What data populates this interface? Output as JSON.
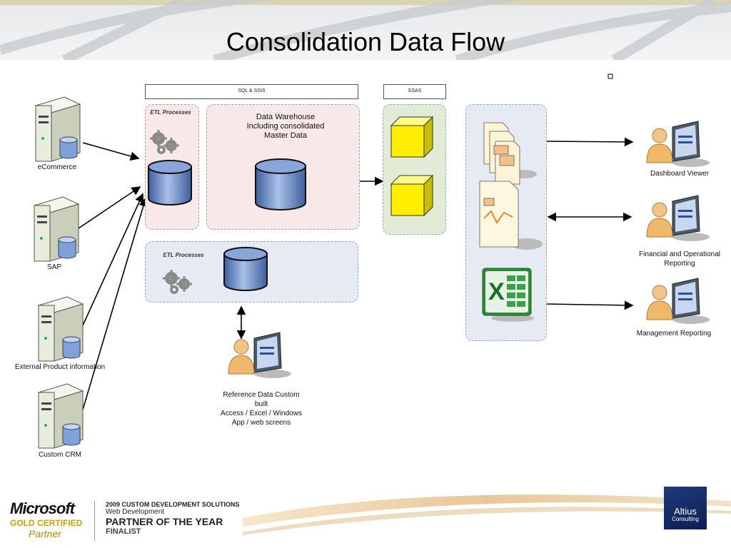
{
  "slide": {
    "title": "Consolidation Data Flow"
  },
  "sources": [
    {
      "label": "eCommerce"
    },
    {
      "label": "SAP"
    },
    {
      "label": "External Product information"
    },
    {
      "label": "Custom CRM"
    }
  ],
  "headers": {
    "sql_ssis": "SQL & SSIS",
    "ssas": "SSAS"
  },
  "etl": {
    "top": "ETL Processes",
    "bottom": "ETL Processes"
  },
  "warehouse": {
    "line1": "Data Warehouse",
    "line2": "Including consolidated",
    "line3": "Master Data"
  },
  "reference": {
    "line1": "Reference Data Custom",
    "line2": "built",
    "line3": "Access / Excel / Windows",
    "line4": "App / web screens"
  },
  "consumers": [
    {
      "label": "Dashboard Viewer"
    },
    {
      "label": "Financial and Operational Reporting"
    },
    {
      "label": "Management Reporting"
    }
  ],
  "footer": {
    "microsoft": "Microsoft",
    "gold": "GOLD CERTIFIED",
    "partner": "Partner",
    "award_year": "2009 CUSTOM DEVELOPMENT SOLUTIONS",
    "award_cat": "Web Development",
    "award_title": "PARTNER OF THE YEAR",
    "award_status": "FINALIST",
    "logo_name": "Altius",
    "logo_sub": "Consulting"
  },
  "colors": {
    "cylinder": "#5b7fbf",
    "cube": "#ffee00",
    "pink_panel": "#f9e8e8",
    "blue_panel": "#e6eaf2",
    "green_panel": "#e2ebd6"
  },
  "icons": [
    "server-icon",
    "database-icon",
    "gears-icon",
    "cube-icon",
    "report-icon",
    "excel-icon",
    "user-monitor-icon"
  ]
}
